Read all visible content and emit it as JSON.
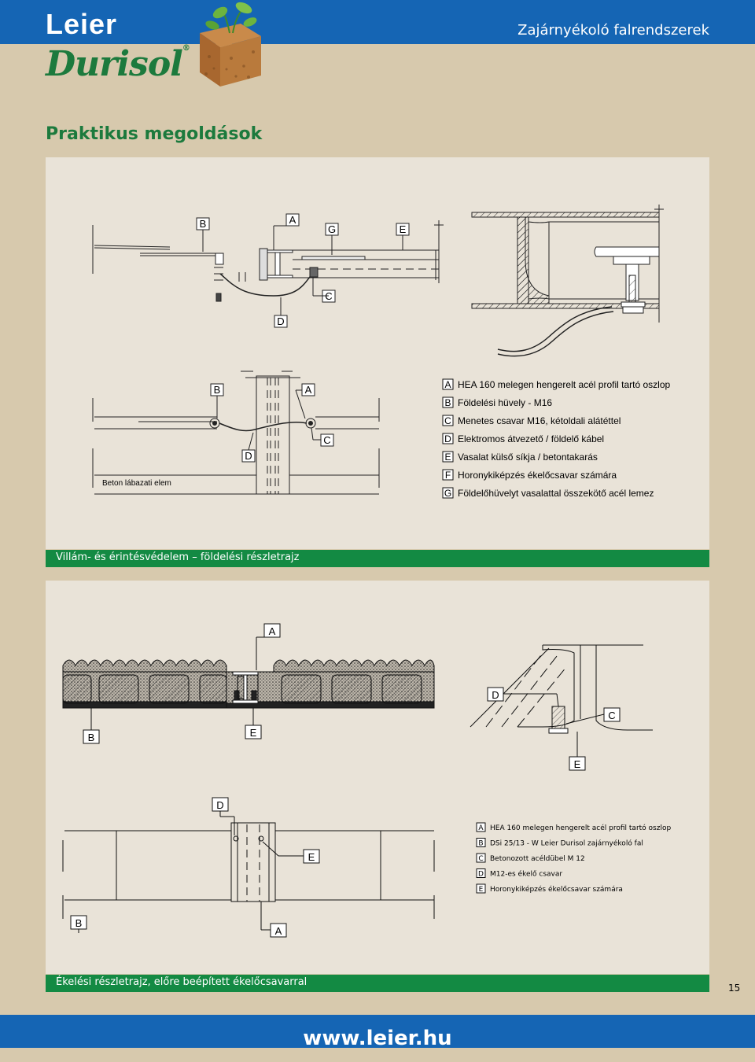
{
  "header": {
    "brand_leier": "Leier",
    "brand_durisol": "Durisol",
    "registered_mark": "®",
    "site_title": "Zajárnyékoló falrendszerek"
  },
  "page": {
    "section_title": "Praktikus megoldások",
    "page_number": "15"
  },
  "figure1": {
    "caption": "Villám- és érintésvédelem – földelési részletrajz",
    "base_label": "Beton lábazati elem",
    "callouts": {
      "A": "A",
      "B": "B",
      "C": "C",
      "D": "D",
      "E": "E",
      "G": "G"
    },
    "legend": [
      {
        "key": "A",
        "text": "HEA 160 melegen hengerelt acél profil tartó oszlop"
      },
      {
        "key": "B",
        "text": "Földelési hüvely - M16"
      },
      {
        "key": "C",
        "text": "Menetes csavar M16, kétoldali alátéttel"
      },
      {
        "key": "D",
        "text": "Elektromos átvezető / földelő kábel"
      },
      {
        "key": "E",
        "text": "Vasalat külső síkja / betontakarás"
      },
      {
        "key": "F",
        "text": "Horonykiképzés ékelőcsavar számára"
      },
      {
        "key": "G",
        "text": "Földelőhüvelyt vasalattal összekötő acél lemez"
      }
    ]
  },
  "figure2": {
    "caption": "Ékelési részletrajz, előre beépített ékelőcsavarral",
    "callouts": {
      "A": "A",
      "B": "B",
      "C": "C",
      "D": "D",
      "E": "E"
    },
    "legend": [
      {
        "key": "A",
        "text": "HEA 160 melegen hengerelt acél profil tartó oszlop"
      },
      {
        "key": "B",
        "text": "DSi 25/13 - W Leier Durisol zajárnyékoló fal"
      },
      {
        "key": "C",
        "text": "Betonozott acéldübel M 12"
      },
      {
        "key": "D",
        "text": "M12-es ékelő csavar"
      },
      {
        "key": "E",
        "text": "Horonykiképzés ékelőcsavar számára"
      }
    ]
  },
  "footer": {
    "url": "www.leier.hu"
  },
  "colors": {
    "header_blue": "#1565b4",
    "brand_green": "#1c7a3d",
    "caption_green": "#138a43",
    "page_background": "#d7c9ad",
    "panel_background": "#e9e3d8"
  }
}
